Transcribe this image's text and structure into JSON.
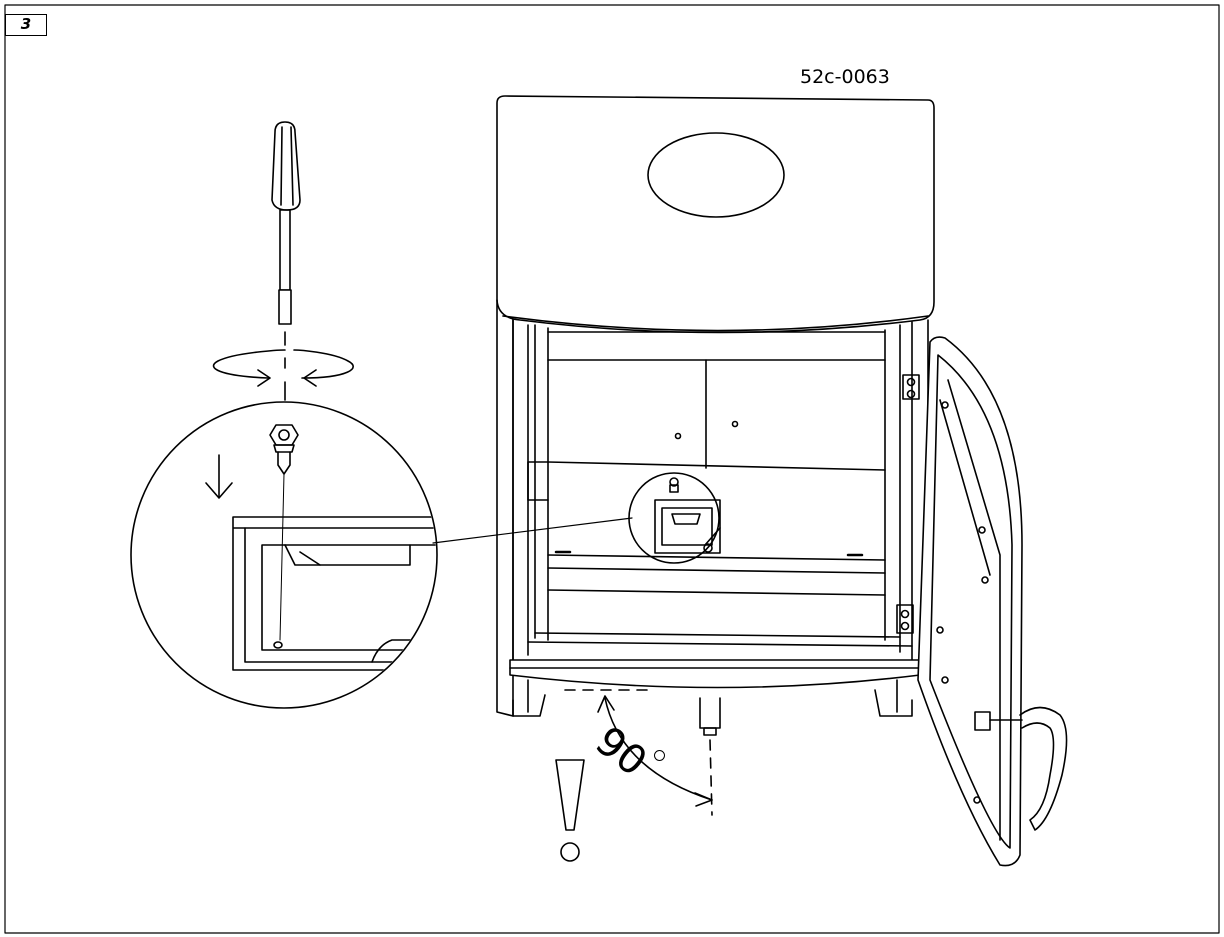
{
  "figure": {
    "step_number": "3",
    "reference_code": "52c-0063",
    "angle_value": "90",
    "icons": {
      "screwdriver": "screwdriver-icon",
      "rotation": "rotation-arrows-icon",
      "down_arrow": "arrow-down-icon",
      "bolt": "bolt-icon",
      "warning": "exclamation-icon"
    }
  }
}
